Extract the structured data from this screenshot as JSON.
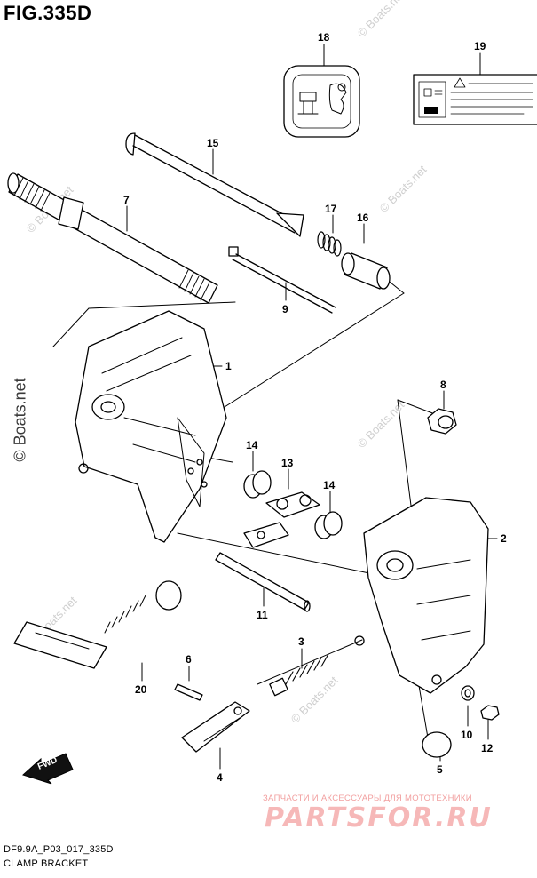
{
  "figure": {
    "title": "FIG.335D",
    "model_code": "DF9.9A_P03_017_335D",
    "caption": "CLAMP BRACKET"
  },
  "callouts": [
    "1",
    "2",
    "3",
    "4",
    "5",
    "6",
    "7",
    "8",
    "9",
    "10",
    "11",
    "12",
    "13",
    "14",
    "14",
    "15",
    "16",
    "17",
    "18",
    "19",
    "20"
  ],
  "direction_indicator": "FWD",
  "watermarks": {
    "site": "© Boats.net",
    "brand_tagline": "ЗАПЧАСТИ И АКСЕССУАРЫ ДЛЯ МОТОТЕХНИКИ",
    "brand_name": "PARTSFOR.RU"
  }
}
